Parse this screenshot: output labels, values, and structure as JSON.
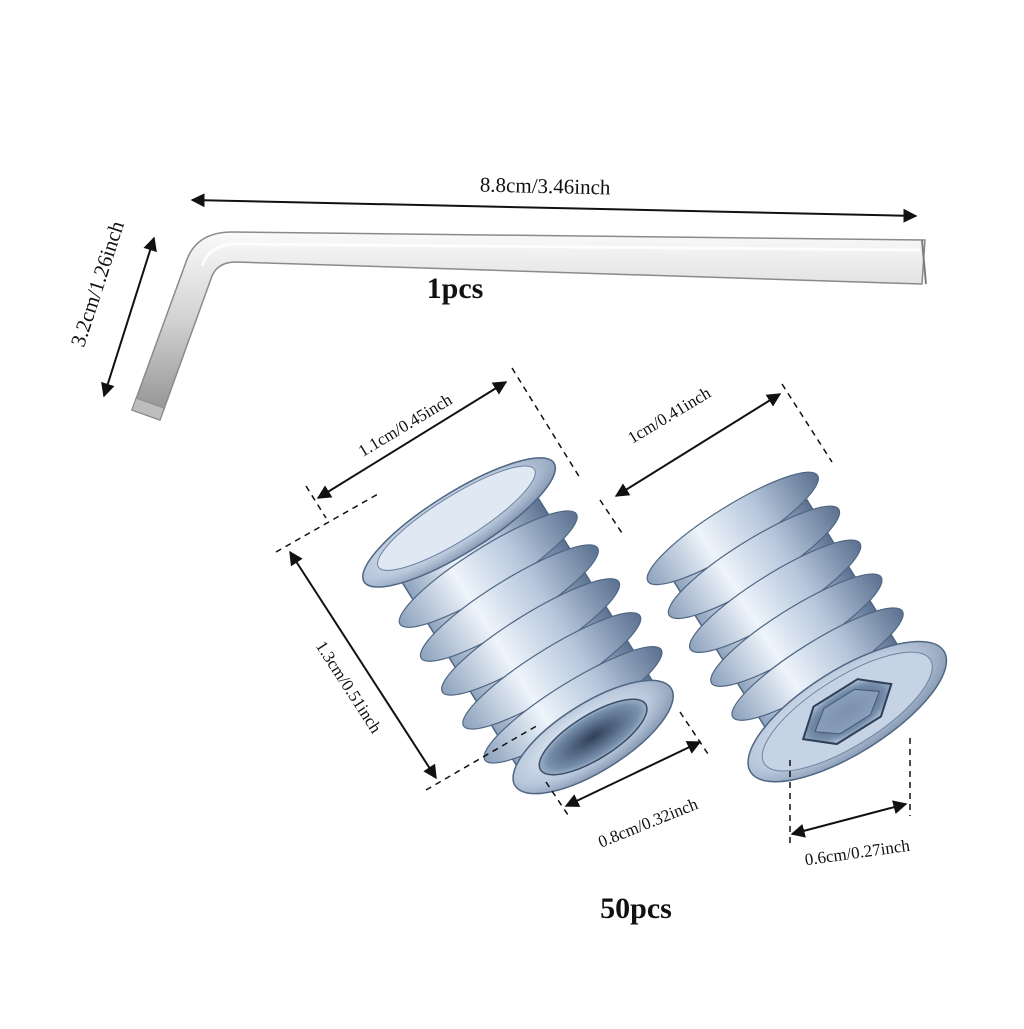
{
  "labels": {
    "wrench_length": "8.8cm/3.46inch",
    "wrench_short": "3.2cm/1.26inch",
    "wrench_qty": "1pcs",
    "flange_dia": "1.1cm/0.45inch",
    "insert_outer": "1cm/0.41inch",
    "insert_height": "1.3cm/0.51inch",
    "thread_dia": "0.8cm/0.32inch",
    "hex_size": "0.6cm/0.27inch",
    "insert_qty": "50pcs"
  },
  "colors": {
    "steel_light": "#f2f2f2",
    "steel_mid": "#c9c9c9",
    "steel_dark": "#8f8f8f",
    "zinc_light": "#e6eef8",
    "zinc_mid": "#9fb3cc",
    "zinc_dark": "#4f6683",
    "line": "#111111"
  }
}
